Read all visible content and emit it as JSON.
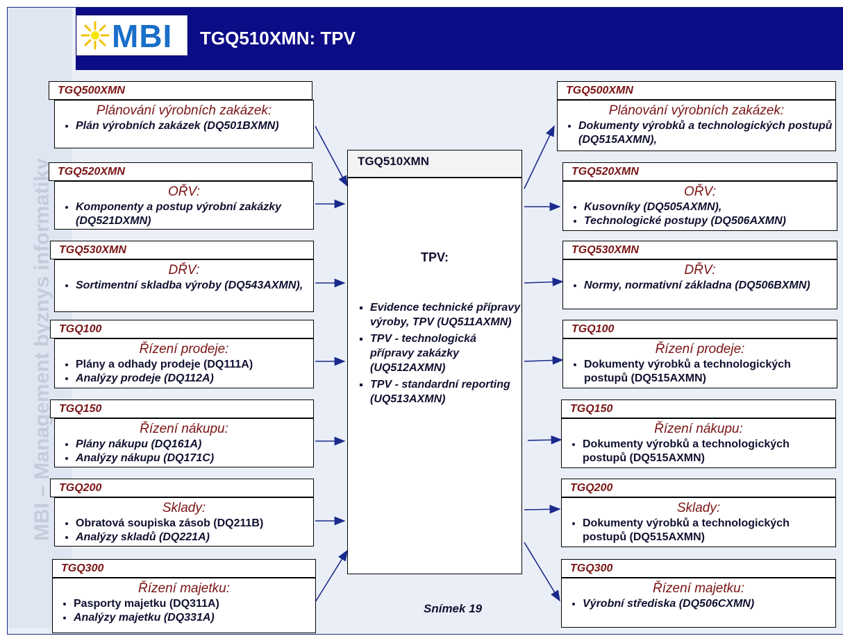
{
  "title": "TGQ510XMN: TPV",
  "logo_text": "MBI",
  "side_text": "MBI – Management byznys informatiky",
  "footer": "Snímek  19",
  "center": {
    "header": "TGQ510XMN",
    "title": "TPV:",
    "items": [
      "Evidence technické přípravy výroby, TPV (UQ511AXMN)",
      "TPV -  technologická přípravy zakázky (UQ512AXMN)",
      "TPV - standardní reporting (UQ513AXMN)"
    ]
  },
  "left_boxes": [
    {
      "code": "TGQ500XMN",
      "title": "Plánování výrobních zakázek:",
      "items": [
        "Plán výrobních zakázek (DQ501BXMN)"
      ]
    },
    {
      "code": "TGQ520XMN",
      "title": "OŘV:",
      "items": [
        "Komponenty a postup výrobní zakázky (DQ521DXMN)"
      ]
    },
    {
      "code": "TGQ530XMN",
      "title": "DŘV:",
      "items": [
        "Sortimentní skladba výroby (DQ543AXMN),"
      ]
    },
    {
      "code": "TGQ100",
      "title": "Řízení prodeje:",
      "items": [
        "Plány a odhady prodeje (DQ111A)",
        "Analýzy prodeje (DQ112A)"
      ]
    },
    {
      "code": "TGQ150",
      "title": "Řízení nákupu:",
      "items": [
        "Plány nákupu (DQ161A)",
        "Analýzy nákupu (DQ171C)"
      ]
    },
    {
      "code": "TGQ200",
      "title": "Sklady:",
      "items": [
        "Obratová soupiska zásob (DQ211B)",
        "Analýzy  skladů (DQ221A)"
      ]
    },
    {
      "code": "TGQ300",
      "title": "Řízení majetku:",
      "items": [
        "Pasporty majetku (DQ311A)",
        "Analýzy majetku (DQ331A)"
      ]
    }
  ],
  "right_boxes": [
    {
      "code": "TGQ500XMN",
      "title": "Plánování výrobních zakázek:",
      "items": [
        "Dokumenty výrobků a technologických postupů (DQ515AXMN),"
      ]
    },
    {
      "code": "TGQ520XMN",
      "title": "OŘV:",
      "items": [
        "Kusovníky (DQ505AXMN),",
        "Technologické postupy (DQ506AXMN)"
      ]
    },
    {
      "code": "TGQ530XMN",
      "title": "DŘV:",
      "items": [
        "Normy, normativní základna (DQ506BXMN)"
      ]
    },
    {
      "code": "TGQ100",
      "title": "Řízení prodeje:",
      "items": [
        "Dokumenty výrobků a technologických postupů (DQ515AXMN)"
      ]
    },
    {
      "code": "TGQ150",
      "title": "Řízení nákupu:",
      "items": [
        "Dokumenty výrobků a technologických postupů (DQ515AXMN)"
      ]
    },
    {
      "code": "TGQ200",
      "title": "Sklady:",
      "items": [
        "Dokumenty výrobků a technologických postupů (DQ515AXMN)"
      ]
    },
    {
      "code": "TGQ300",
      "title": "Řízení majetku:",
      "items": [
        "Výrobní střediska (DQ506CXMN)"
      ]
    }
  ],
  "colors": {
    "header_bg": "#0c0c86",
    "box_title": "#7a1414",
    "arrow": "#1b2a8c",
    "logo": "#1a6fc9"
  }
}
